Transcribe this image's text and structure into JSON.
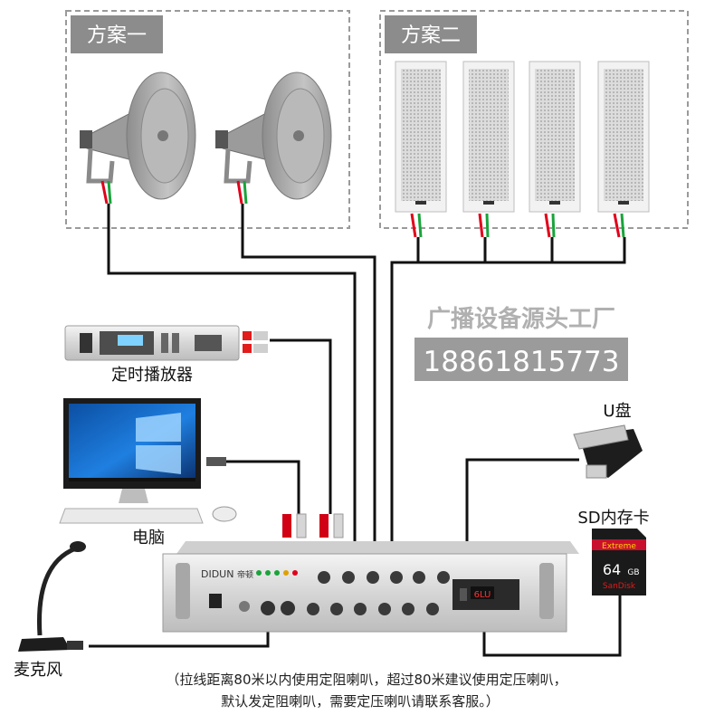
{
  "scheme": {
    "one_label": "方案一",
    "two_label": "方案二"
  },
  "devices": {
    "timer_player": "定时播放器",
    "computer": "电脑",
    "usb_drive": "U盘",
    "sd_card": "SD内存卡",
    "microphone": "麦克风"
  },
  "amplifier": {
    "brand": "DIDUN",
    "brand_cn": "帝顿",
    "display": "6LU"
  },
  "sd_card_labels": {
    "brand_top": "Extreme",
    "capacity": "64",
    "unit": "GB",
    "brand_bottom": "SanDisk"
  },
  "watermark": {
    "company": "广播设备源头工厂",
    "phone": "18861815773"
  },
  "note": {
    "line1": "（拉线距离80米以内使用定阻喇叭，超过80米建议使用定压喇叭，",
    "line2": "默认发定阻喇叭，需要定压喇叭请联系客服。）"
  },
  "colors": {
    "wire": "#111111",
    "red_lead": "#e0001b",
    "green_lead": "#1aa33b",
    "dashed_box": "#9a9a9a",
    "label_bg": "#8c8c8c",
    "watermark_bg": "#9b9b9b",
    "watermark_text": "#b0b0b0"
  }
}
